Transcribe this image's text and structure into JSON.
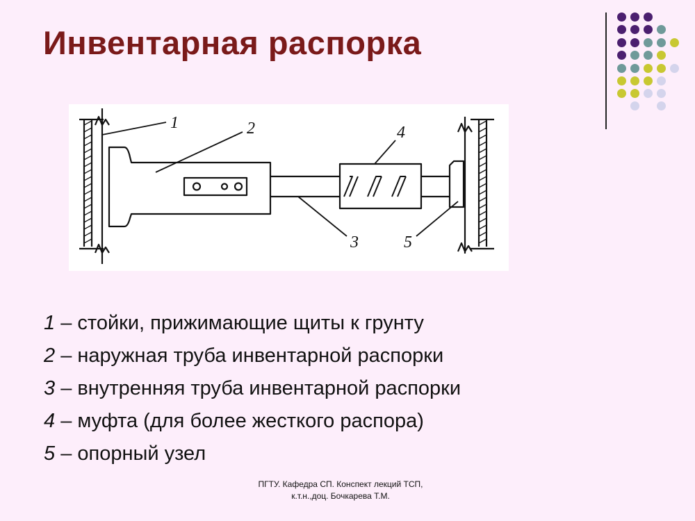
{
  "slide": {
    "title": "Инвентарная распорка",
    "background": "#fdeefb",
    "title_color": "#7a1a1a"
  },
  "diagram": {
    "callouts": [
      "1",
      "2",
      "3",
      "4",
      "5"
    ]
  },
  "legend": [
    {
      "num": "1",
      "text": " – стойки, прижимающие щиты к грунту"
    },
    {
      "num": "2",
      "text": " – наружная труба инвентарной распорки"
    },
    {
      "num": "3",
      "text": " – внутренняя труба инвентарной распорки"
    },
    {
      "num": "4",
      "text": " – муфта (для более жесткого распора)"
    },
    {
      "num": "5",
      "text": " – опорный узел"
    }
  ],
  "footer": {
    "line1": "ПГТУ. Кафедра СП. Конспект лекций ТСП,",
    "line2": "к.т.н.,доц. Бочкарева Т.М."
  },
  "decor_colors": {
    "purple": "#4b1f6f",
    "teal": "#6f9a9a",
    "olive": "#c8c832",
    "lavender": "#d4d4ec"
  }
}
